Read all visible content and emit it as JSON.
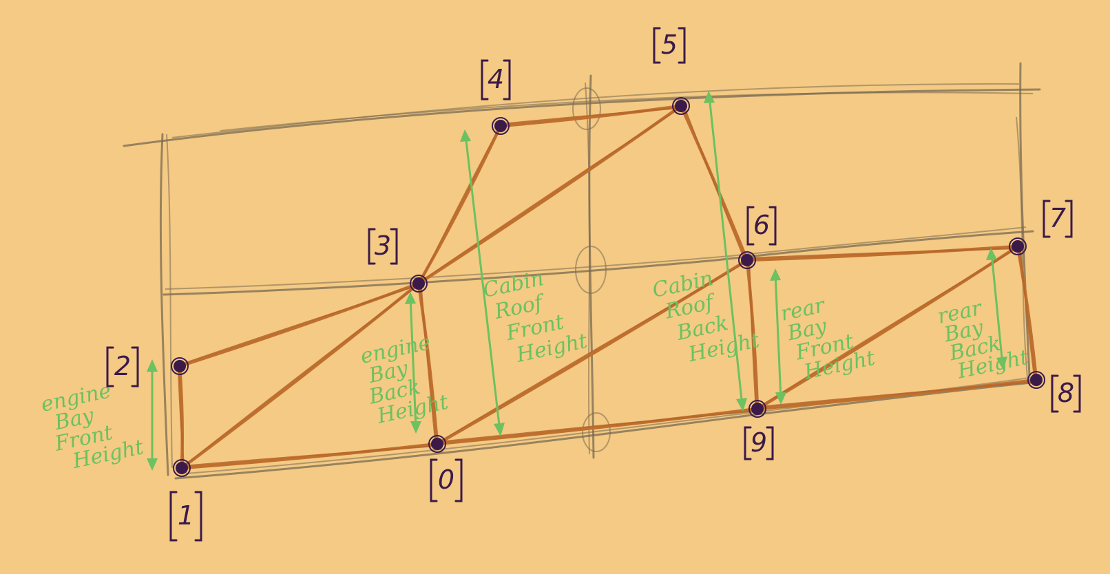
{
  "nodes": [
    {
      "id": "0",
      "label": "0"
    },
    {
      "id": "1",
      "label": "1"
    },
    {
      "id": "2",
      "label": "2"
    },
    {
      "id": "3",
      "label": "3"
    },
    {
      "id": "4",
      "label": "4"
    },
    {
      "id": "5",
      "label": "5"
    },
    {
      "id": "6",
      "label": "6"
    },
    {
      "id": "7",
      "label": "7"
    },
    {
      "id": "8",
      "label": "8"
    },
    {
      "id": "9",
      "label": "9"
    }
  ],
  "members": [
    [
      "1",
      "2"
    ],
    [
      "1",
      "3"
    ],
    [
      "1",
      "0"
    ],
    [
      "2",
      "3"
    ],
    [
      "3",
      "0"
    ],
    [
      "3",
      "4"
    ],
    [
      "3",
      "5"
    ],
    [
      "4",
      "5"
    ],
    [
      "5",
      "6"
    ],
    [
      "0",
      "6"
    ],
    [
      "0",
      "9"
    ],
    [
      "6",
      "9"
    ],
    [
      "6",
      "7"
    ],
    [
      "9",
      "7"
    ],
    [
      "9",
      "8"
    ],
    [
      "7",
      "8"
    ]
  ],
  "dimensions": {
    "engine_bay_front": {
      "lines": [
        "engine",
        "Bay",
        "Front",
        "Height"
      ]
    },
    "engine_bay_back": {
      "lines": [
        "engine",
        "Bay",
        "Back",
        "Height"
      ]
    },
    "cabin_roof_front": {
      "lines": [
        "Cabin",
        "Roof",
        "Front",
        "Height"
      ]
    },
    "cabin_roof_back": {
      "lines": [
        "Cabin",
        "Roof",
        "Back",
        "Height"
      ]
    },
    "rear_bay_front": {
      "lines": [
        "rear",
        "Bay",
        "Front",
        "Height"
      ]
    },
    "rear_bay_back": {
      "lines": [
        "rear",
        "Bay",
        "Back",
        "Height"
      ]
    }
  },
  "colors": {
    "background": "#f4ca84",
    "member": "#c0702e",
    "node": "#3b1a4a",
    "dimension": "#6cc160",
    "guide": "#7a6a52"
  }
}
